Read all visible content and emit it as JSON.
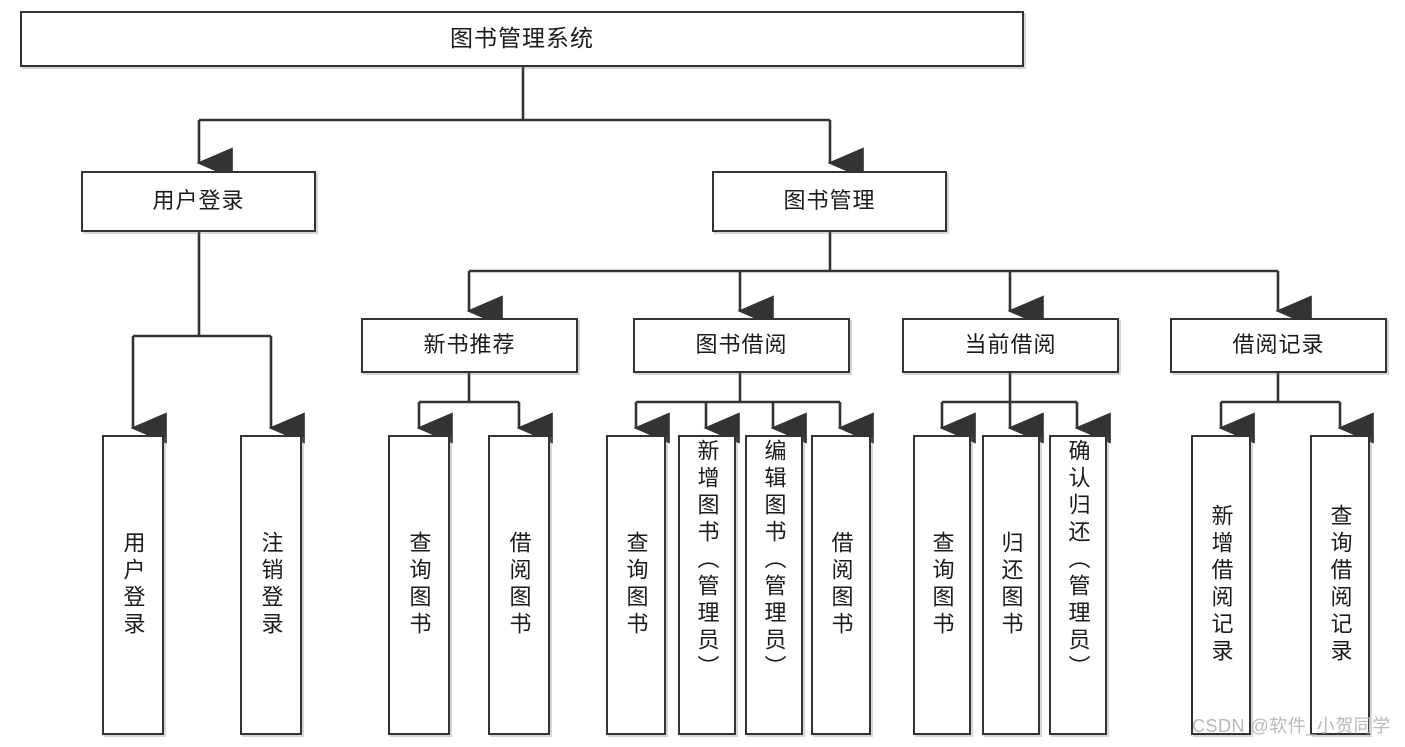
{
  "diagram": {
    "type": "tree",
    "title_node": {
      "label": "图书管理系统"
    },
    "level2": [
      {
        "label": "用户登录"
      },
      {
        "label": "图书管理"
      }
    ],
    "level3": [
      {
        "label": "新书推荐"
      },
      {
        "label": "图书借阅"
      },
      {
        "label": "当前借阅"
      },
      {
        "label": "借阅记录"
      }
    ],
    "leaves": {
      "user_login": [
        {
          "label": "用户登录"
        },
        {
          "label": "注销登录"
        }
      ],
      "new_book_recommend": [
        {
          "label": "查询图书"
        },
        {
          "label": "借阅图书"
        }
      ],
      "book_borrow": [
        {
          "label": "查询图书"
        },
        {
          "label": "新增图书（管理员）"
        },
        {
          "label": "编辑图书（管理员）"
        },
        {
          "label": "借阅图书"
        }
      ],
      "current_borrow": [
        {
          "label": "查询图书"
        },
        {
          "label": "归还图书"
        },
        {
          "label": "确认归还（管理员）"
        }
      ],
      "borrow_record": [
        {
          "label": "新增借阅记录"
        },
        {
          "label": "查询借阅记录"
        }
      ]
    }
  },
  "watermark": {
    "text": "CSDN @软件_小贺同学"
  },
  "colors": {
    "stroke": "#333333",
    "background": "#ffffff",
    "text": "#1b1b1b",
    "watermark": "#b9b9b9"
  }
}
